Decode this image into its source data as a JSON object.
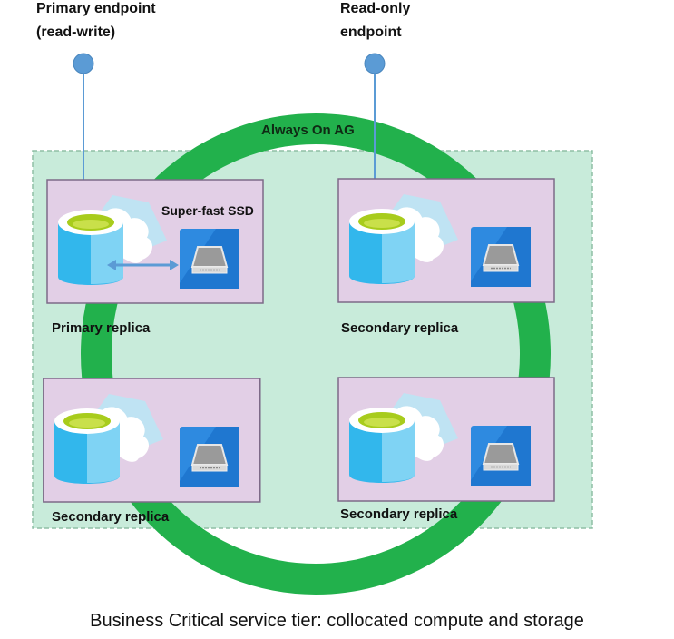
{
  "colors": {
    "ring": "#22b14c",
    "zone_fill": "#c8ebda",
    "zone_border": "#8fbfa5",
    "replica_fill": "#e2cfe6",
    "replica_border": "#7d6a88",
    "endpoint": "#5b9bd5",
    "db_cyan": "#32b7ec",
    "db_top": "#a8cc1c",
    "ssd_blue": "#1f77d0",
    "arrow": "#5b9bd5"
  },
  "endpoints": [
    {
      "label_line1": "Primary endpoint",
      "label_line2": "(read-write)",
      "icon": "endpoint-dot-icon"
    },
    {
      "label_line1": "Read-only",
      "label_line2": "endpoint",
      "icon": "endpoint-dot-icon"
    }
  ],
  "ring": {
    "label": "Always On AG"
  },
  "replicas": [
    {
      "label": "Primary replica",
      "role": "primary",
      "storage_label": "Super-fast SSD",
      "icons": [
        "database-icon",
        "cloud-icon",
        "ssd-icon",
        "double-arrow-icon"
      ]
    },
    {
      "label": "Secondary replica",
      "role": "secondary",
      "icons": [
        "database-icon",
        "cloud-icon",
        "ssd-icon"
      ]
    },
    {
      "label": "Secondary replica",
      "role": "secondary",
      "icons": [
        "database-icon",
        "cloud-icon",
        "ssd-icon"
      ]
    },
    {
      "label": "Secondary replica",
      "role": "secondary",
      "icons": [
        "database-icon",
        "cloud-icon",
        "ssd-icon"
      ]
    }
  ],
  "caption": "Business Critical service tier: collocated compute and storage"
}
